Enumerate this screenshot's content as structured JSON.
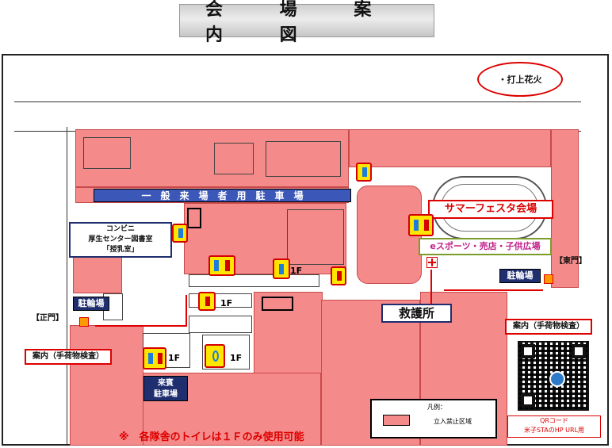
{
  "title": "会 場 案 内 図",
  "fireworks": "・打上花火",
  "parking_banner": "一　般　来　場　者　用　駐　車　場",
  "summer_fest": "サマーフェスタ会場",
  "esports": "eスポーツ・売店・子供広場",
  "east_gate": "【東門】",
  "main_gate": "【正門】",
  "bicycle_parking_east": "駐輪場",
  "bicycle_parking_west": "駐輪場",
  "first_aid": "救護所",
  "info_east": "案内（手荷物検査）",
  "info_west": "案内（手荷物検査）",
  "conbini": {
    "line1": "コンビニ",
    "line2": "厚生センター図書室",
    "line3": "「授乳室」"
  },
  "vip_parking": {
    "line1": "来賓",
    "line2": "駐車場"
  },
  "floor_labels": [
    "1F",
    "1F",
    "1F",
    "1F"
  ],
  "legend": {
    "title": "凡例：",
    "item": "立入禁止区域"
  },
  "qr": {
    "line1": "QRコード",
    "line2": "米子STAのHP URL用"
  },
  "note": "※　各隊舎のトイレは１Ｆのみ使用可能",
  "colors": {
    "restricted": "#f48a8a",
    "accent_red": "#dd0000",
    "navy": "#1f2e6e",
    "toilet_yellow": "#ffe600"
  }
}
